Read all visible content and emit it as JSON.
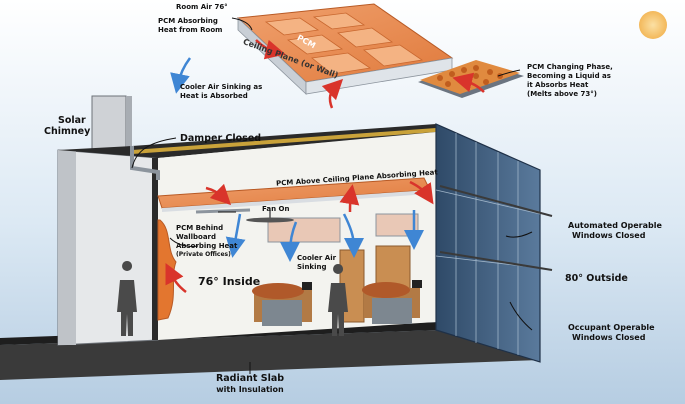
{
  "labels": {
    "room_air": "Room Air 76°",
    "pcm_absorbing_1": "PCM Absorbing",
    "pcm_absorbing_2": "Heat from Room",
    "pcm_tile": "PCM",
    "ceiling_plane": "Ceiling Plane (or Wall)",
    "cooler_air_sinking_1": "Cooler Air Sinking as",
    "cooler_air_sinking_2": "Heat is Absorbed",
    "pcm_phase_1": "PCM Changing Phase,",
    "pcm_phase_2": "Becoming a Liquid as",
    "pcm_phase_3": "it Absorbs Heat",
    "pcm_phase_4": "(Melts above 73°)",
    "solar_chimney_1": "Solar",
    "solar_chimney_2": "Chimney",
    "damper_closed": "Damper Closed",
    "pcm_above_ceiling": "PCM Above Ceiling Plane Absorbing Heat",
    "fan_on": "Fan On",
    "pcm_behind_1": "PCM Behind",
    "pcm_behind_2": "Wallboard",
    "pcm_behind_3": "Absorbing Heat",
    "pcm_behind_4": "(Private Offices)",
    "cooler_air_1": "Cooler Air",
    "cooler_air_2": "Sinking",
    "inside_temp": "76° Inside",
    "automated_windows_1": "Automated Operable",
    "automated_windows_2": "Windows Closed",
    "outside_temp": "80° Outside",
    "occupant_windows_1": "Occupant Operable",
    "occupant_windows_2": "Windows Closed",
    "radiant_slab_1": "Radiant Slab",
    "radiant_slab_2": "with Insulation"
  },
  "colors": {
    "pcm_orange": "#e8834a",
    "heat_arrow": "#d9342b",
    "cool_arrow": "#3f86d4",
    "sky": "#c9dcec",
    "glass": "#3d5878",
    "sun": "#f5c77a"
  }
}
